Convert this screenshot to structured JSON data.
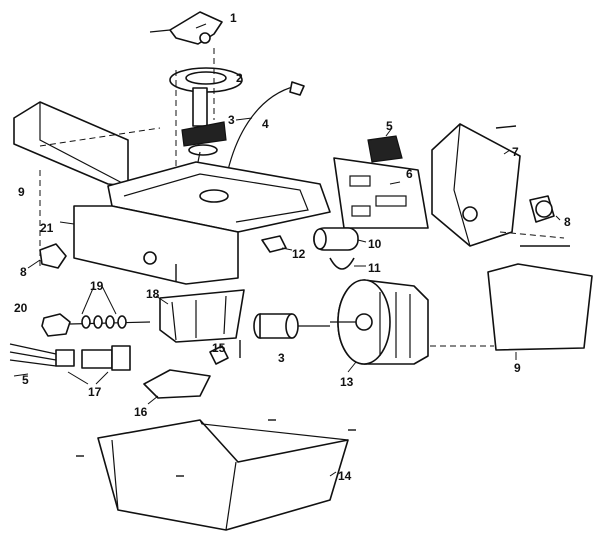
{
  "callouts": [
    {
      "id": "c1",
      "text": "1"
    },
    {
      "id": "c2",
      "text": "2"
    },
    {
      "id": "c3a",
      "text": "3"
    },
    {
      "id": "c3b",
      "text": "3"
    },
    {
      "id": "c4",
      "text": "4"
    },
    {
      "id": "c5a",
      "text": "5"
    },
    {
      "id": "c5b",
      "text": "5"
    },
    {
      "id": "c6",
      "text": "6"
    },
    {
      "id": "c7",
      "text": "7"
    },
    {
      "id": "c8a",
      "text": "8"
    },
    {
      "id": "c8b",
      "text": "8"
    },
    {
      "id": "c9a",
      "text": "9"
    },
    {
      "id": "c9b",
      "text": "9"
    },
    {
      "id": "c10",
      "text": "10"
    },
    {
      "id": "c11",
      "text": "11"
    },
    {
      "id": "c12",
      "text": "12"
    },
    {
      "id": "c13",
      "text": "13"
    },
    {
      "id": "c14",
      "text": "14"
    },
    {
      "id": "c15",
      "text": "15"
    },
    {
      "id": "c16",
      "text": "16"
    },
    {
      "id": "c17",
      "text": "17"
    },
    {
      "id": "c18",
      "text": "18"
    },
    {
      "id": "c19",
      "text": "19"
    },
    {
      "id": "c20",
      "text": "20"
    },
    {
      "id": "c21",
      "text": "21"
    }
  ]
}
